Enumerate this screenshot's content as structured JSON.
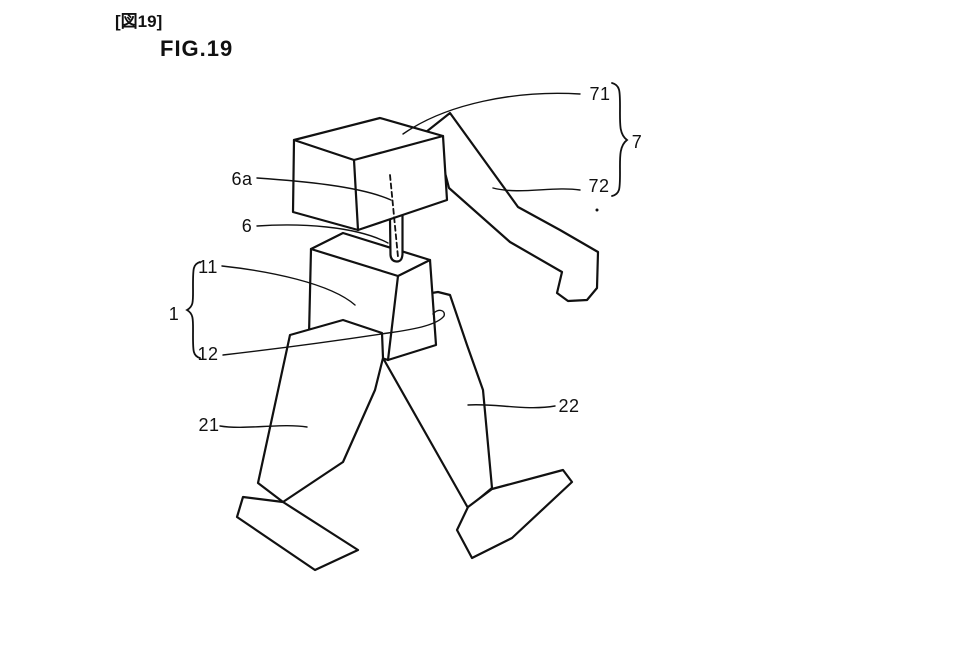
{
  "figure": {
    "doc_tag": "[図19]",
    "title": "FIG.19"
  },
  "references": {
    "r71": "71",
    "r72": "72",
    "r7": "7",
    "r6a": "6a",
    "r6": "6",
    "r11": "11",
    "r1": "1",
    "r12": "12",
    "r21": "21",
    "r22": "22"
  },
  "colors": {
    "ink": "#111111",
    "paper": "#ffffff"
  }
}
